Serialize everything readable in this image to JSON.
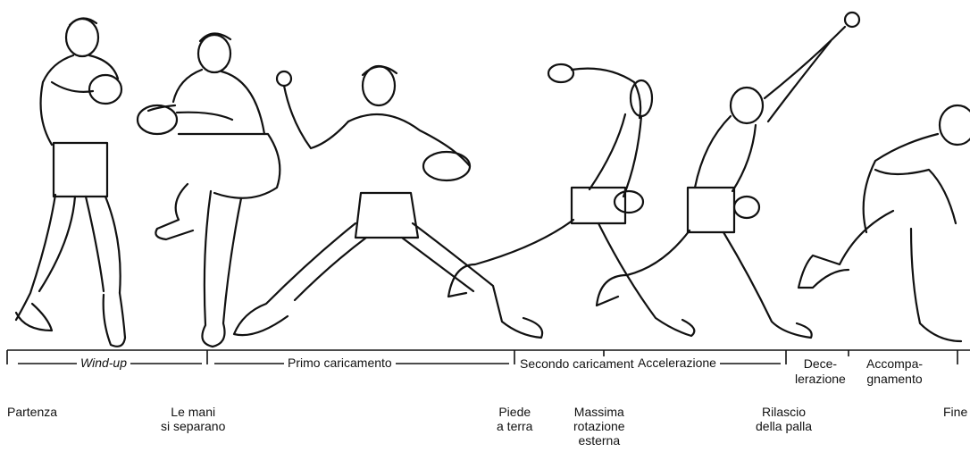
{
  "phases": [
    {
      "label": "Wind-up"
    },
    {
      "label": "Primo caricamento"
    },
    {
      "label": "Secondo caricamento"
    },
    {
      "label": "Accelerazione"
    },
    {
      "label": "Dece-\nlerazione"
    },
    {
      "label": "Accompa-\ngnamento"
    }
  ],
  "events": [
    {
      "label": "Partenza"
    },
    {
      "label": "Le mani\nsi separano"
    },
    {
      "label": "Piede\na terra"
    },
    {
      "label": "Massima\nrotazione\nesterna"
    },
    {
      "label": "Rilascio\ndella palla"
    },
    {
      "label": "Fine"
    }
  ]
}
